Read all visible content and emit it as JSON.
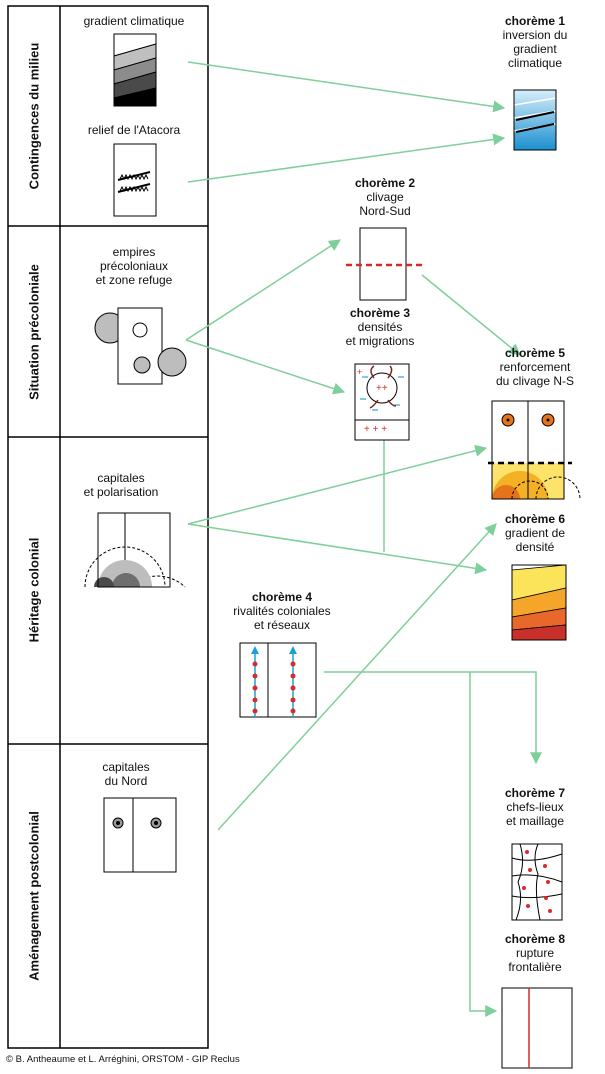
{
  "categories": [
    "Contingences du milieu",
    "Situation précoloniale",
    "Héritage colonial",
    "Aménagement postcolonial"
  ],
  "left_panels": {
    "gradient": "gradient climatique",
    "relief": "relief de l'Atacora",
    "empires_1": "empires",
    "empires_2": "précoloniaux",
    "empires_3": "et zone refuge",
    "capitales_1": "capitales",
    "capitales_2": "et polarisation",
    "nord_1": "capitales",
    "nord_2": "du Nord"
  },
  "choremes": {
    "c1": {
      "title": "chorème 1",
      "l1": "inversion du",
      "l2": "gradient",
      "l3": "climatique"
    },
    "c2": {
      "title": "chorème 2",
      "l1": "clivage",
      "l2": "Nord-Sud"
    },
    "c3": {
      "title": "chorème 3",
      "l1": "densités",
      "l2": "et migrations"
    },
    "c4": {
      "title": "chorème 4",
      "l1": "rivalités coloniales",
      "l2": "et réseaux"
    },
    "c5": {
      "title": "chorème 5",
      "l1": "renforcement",
      "l2": "du clivage N-S"
    },
    "c6": {
      "title": "chorème 6",
      "l1": "gradient de",
      "l2": "densité"
    },
    "c7": {
      "title": "chorème 7",
      "l1": "chefs-lieux",
      "l2": "et maillage"
    },
    "c8": {
      "title": "chorème 8",
      "l1": "rupture",
      "l2": "frontalière"
    }
  },
  "credit": "© B. Antheaume et L. Arréghini, ORSTOM - GIP Reclus",
  "colors": {
    "arrow": "#7fcf9a",
    "red": "#d62b2b",
    "blue": "#1aa0d8"
  }
}
